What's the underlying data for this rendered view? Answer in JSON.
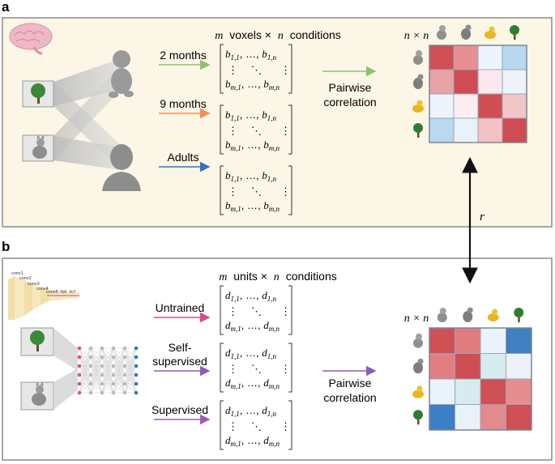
{
  "panel_a": {
    "letter": "a",
    "header_var1": "m",
    "header_var2": "voxels ×",
    "header_var3": "n",
    "header_var4": "conditions",
    "groups": [
      {
        "label": "2 months",
        "arrow_color": "#8cc46a"
      },
      {
        "label": "9 months",
        "arrow_color": "#ee8f54"
      },
      {
        "label": "Adults",
        "arrow_color": "#2f72c6"
      }
    ],
    "matrix_symbol": "b",
    "corr_line1": "Pairwise",
    "corr_line2": "correlation",
    "rdm_label": "n × n",
    "rdm_values": [
      [
        "#cf5055",
        "#e88f92",
        "#eef4fb",
        "#b8d8ef"
      ],
      [
        "#e7a3a6",
        "#cf4d52",
        "#fbe9ef",
        "#edf3f9"
      ],
      [
        "#edf3fb",
        "#fbeff3",
        "#cf4e53",
        "#f2c6c8"
      ],
      [
        "#b8d9f0",
        "#e9f2fa",
        "#f3c2c4",
        "#cd4d52"
      ]
    ],
    "bg": "#fbf6e6"
  },
  "connector_label": "r",
  "panel_b": {
    "letter": "b",
    "header_var1": "m",
    "header_var2": "units ×",
    "header_var3": "n",
    "header_var4": "conditions",
    "layers": [
      "conv1",
      "conv2",
      "conv3",
      "conv4",
      "conv5",
      "fc6",
      "fc7"
    ],
    "models": [
      {
        "label_line1": "Untrained",
        "label_line2": "",
        "arrow_color": "#d44c8c"
      },
      {
        "label_line1": "Self-",
        "label_line2": "supervised",
        "arrow_color": "#8e5ab6"
      },
      {
        "label_line1": "Supervised",
        "label_line2": "",
        "arrow_color": "#a45ab4"
      }
    ],
    "matrix_symbol": "d",
    "corr_line1": "Pairwise",
    "corr_line2": "correlation",
    "rdm_label": "n × n",
    "rdm_values": [
      [
        "#cf5055",
        "#e27d7f",
        "#eaf2fa",
        "#3f7fc2"
      ],
      [
        "#e27e81",
        "#cf4e53",
        "#d6ecf0",
        "#eaf1f8"
      ],
      [
        "#eaf3fa",
        "#d8ecf0",
        "#cf5055",
        "#e68d8f"
      ],
      [
        "#3c7ec4",
        "#eaf2f9",
        "#e38a8c",
        "#cf4f54"
      ]
    ]
  }
}
